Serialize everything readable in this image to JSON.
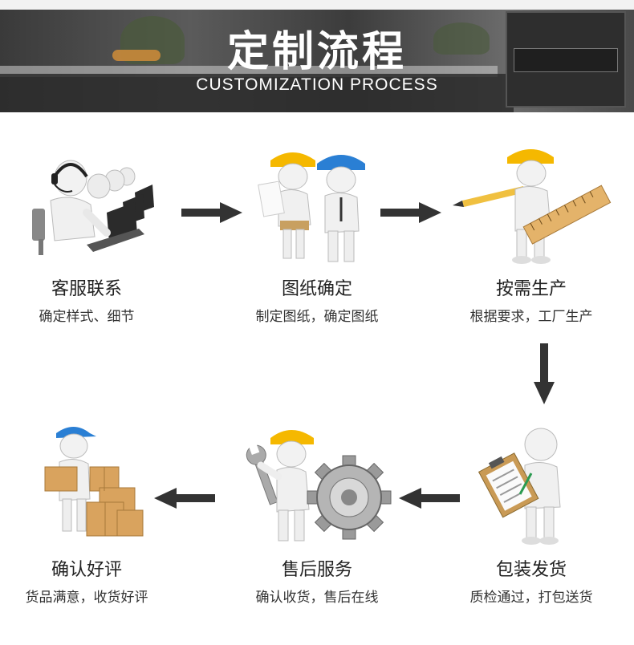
{
  "header": {
    "title": "定制流程",
    "subtitle": "CUSTOMIZATION PROCESS"
  },
  "steps": [
    {
      "icon": "customer-service-icon",
      "name": "客服联系",
      "desc": "确定样式、细节"
    },
    {
      "icon": "engineers-drawing-icon",
      "name": "图纸确定",
      "desc": "制定图纸，确定图纸"
    },
    {
      "icon": "worker-ruler-icon",
      "name": "按需生产",
      "desc": "根据要求，工厂生产"
    },
    {
      "icon": "inspector-clipboard-icon",
      "name": "包装发货",
      "desc": "质检通过，打包送货"
    },
    {
      "icon": "wrench-gear-icon",
      "name": "售后服务",
      "desc": "确认收货，售后在线"
    },
    {
      "icon": "courier-boxes-icon",
      "name": "确认好评",
      "desc": "货品满意，收货好评"
    }
  ],
  "colors": {
    "arrow": "#333333",
    "helmet_yellow": "#f5b800",
    "helmet_blue": "#2a7fd4",
    "box": "#d9a35e"
  }
}
